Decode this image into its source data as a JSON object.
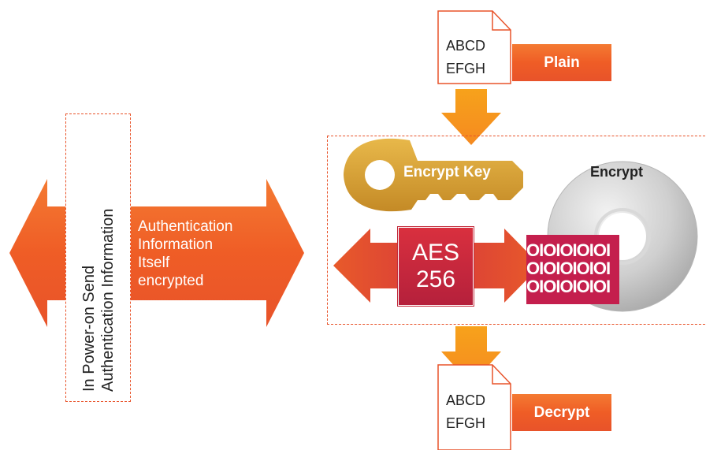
{
  "left_box": {
    "lines": [
      "In Power-on Send",
      "Authentication Information"
    ]
  },
  "auth_arrow": {
    "lines": [
      "Authentication",
      "Information",
      "Itself",
      "encrypted"
    ]
  },
  "top_doc": {
    "lines": [
      "ABCD",
      "EFGH"
    ],
    "tag": "Plain"
  },
  "bottom_doc": {
    "lines": [
      "ABCD",
      "EFGH"
    ],
    "tag": "Decrypt"
  },
  "key": {
    "label": "Encrypt Key"
  },
  "disc": {
    "label": "Encrypt"
  },
  "aes": {
    "lines": [
      "AES",
      "256"
    ]
  },
  "binary": {
    "lines": [
      "OIOIOIOIOI",
      "OIOIOIOIOI",
      "OIOIOIOIOI"
    ]
  },
  "colors": {
    "orange": "#f26a2a",
    "dark_orange": "#e8532a",
    "yellow_orange": "#f7a21b",
    "gold": "#d4a038",
    "crimson": "#c41f4d",
    "silver": "#c8c8c8"
  },
  "icons": [
    "document-icon",
    "key-icon",
    "disc-icon",
    "double-arrow-icon",
    "down-arrow-icon"
  ]
}
